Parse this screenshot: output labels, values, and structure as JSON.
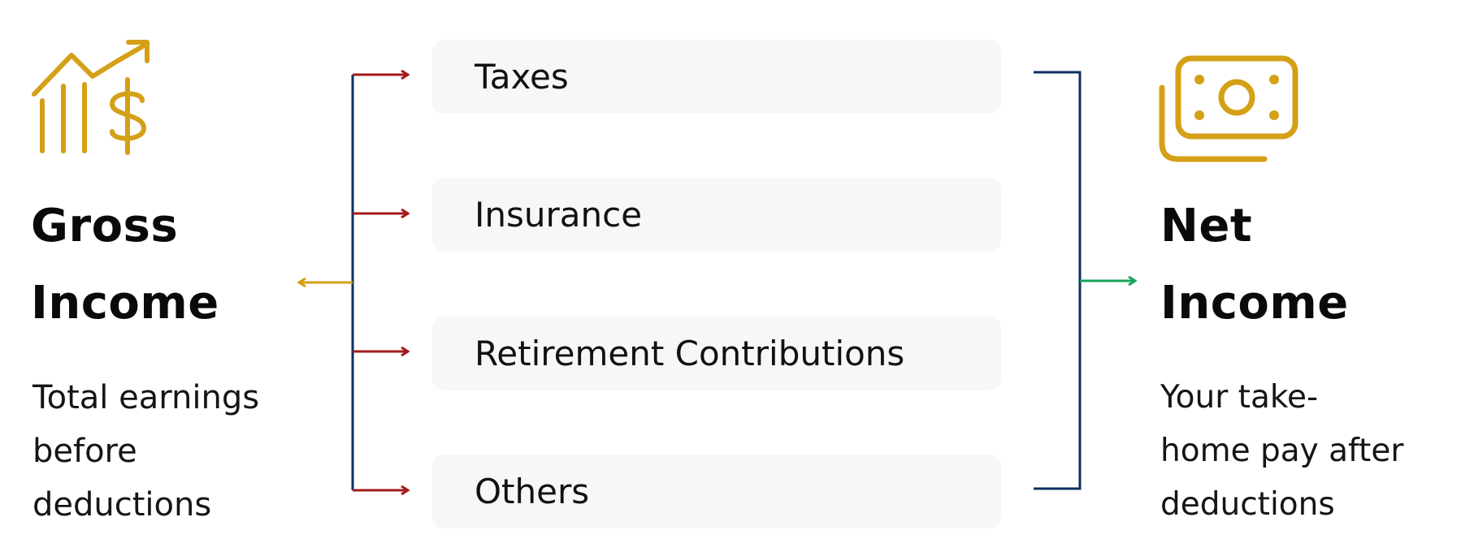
{
  "colors": {
    "gold": "#d4a017",
    "navy": "#0b2f5e",
    "red": "#a31a1a",
    "green": "#1aa35a",
    "box_bg": "#f7f7f7"
  },
  "left": {
    "icon": "growth-chart-dollar-icon",
    "title_lines": [
      "Gross",
      "Income"
    ],
    "desc_lines": [
      "Total earnings",
      "before",
      "deductions"
    ]
  },
  "deductions": [
    {
      "label": "Taxes"
    },
    {
      "label": "Insurance"
    },
    {
      "label": "Retirement Contributions"
    },
    {
      "label": "Others"
    }
  ],
  "right": {
    "icon": "cash-stack-icon",
    "title_lines": [
      "Net",
      "Income"
    ],
    "desc_lines": [
      "Your take-",
      "home pay after",
      "deductions"
    ]
  }
}
